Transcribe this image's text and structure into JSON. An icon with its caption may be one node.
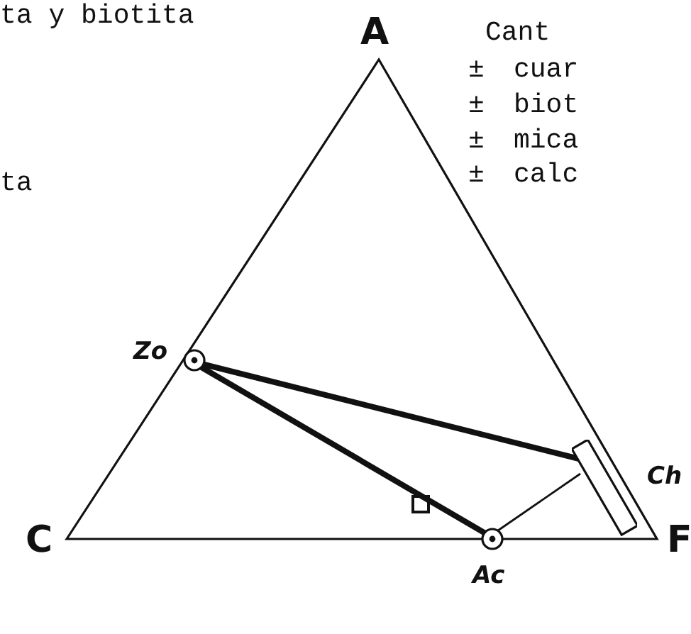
{
  "diagram": {
    "nodes": [
      {
        "text": [],
        "shape": "circle",
        "beside": [
          "Zo"
        ]
      },
      {
        "text": [],
        "shape": "bar",
        "beside": [
          "Ch"
        ]
      },
      {
        "text": [],
        "shape": "circle",
        "beside": [
          "Ac"
        ]
      }
    ],
    "edges": [
      {
        "from": 0,
        "to": 1,
        "arrow": "none"
      },
      {
        "from": 0,
        "to": 2,
        "arrow": "none"
      },
      {
        "from": 1,
        "to": 2,
        "arrow": "none"
      }
    ],
    "labels": [
      "ta y biotita",
      "A",
      "Cant",
      "±",
      "cuar",
      "±",
      "biot",
      "ta",
      "±",
      "mica",
      "±",
      "calc",
      "C",
      "F"
    ]
  }
}
